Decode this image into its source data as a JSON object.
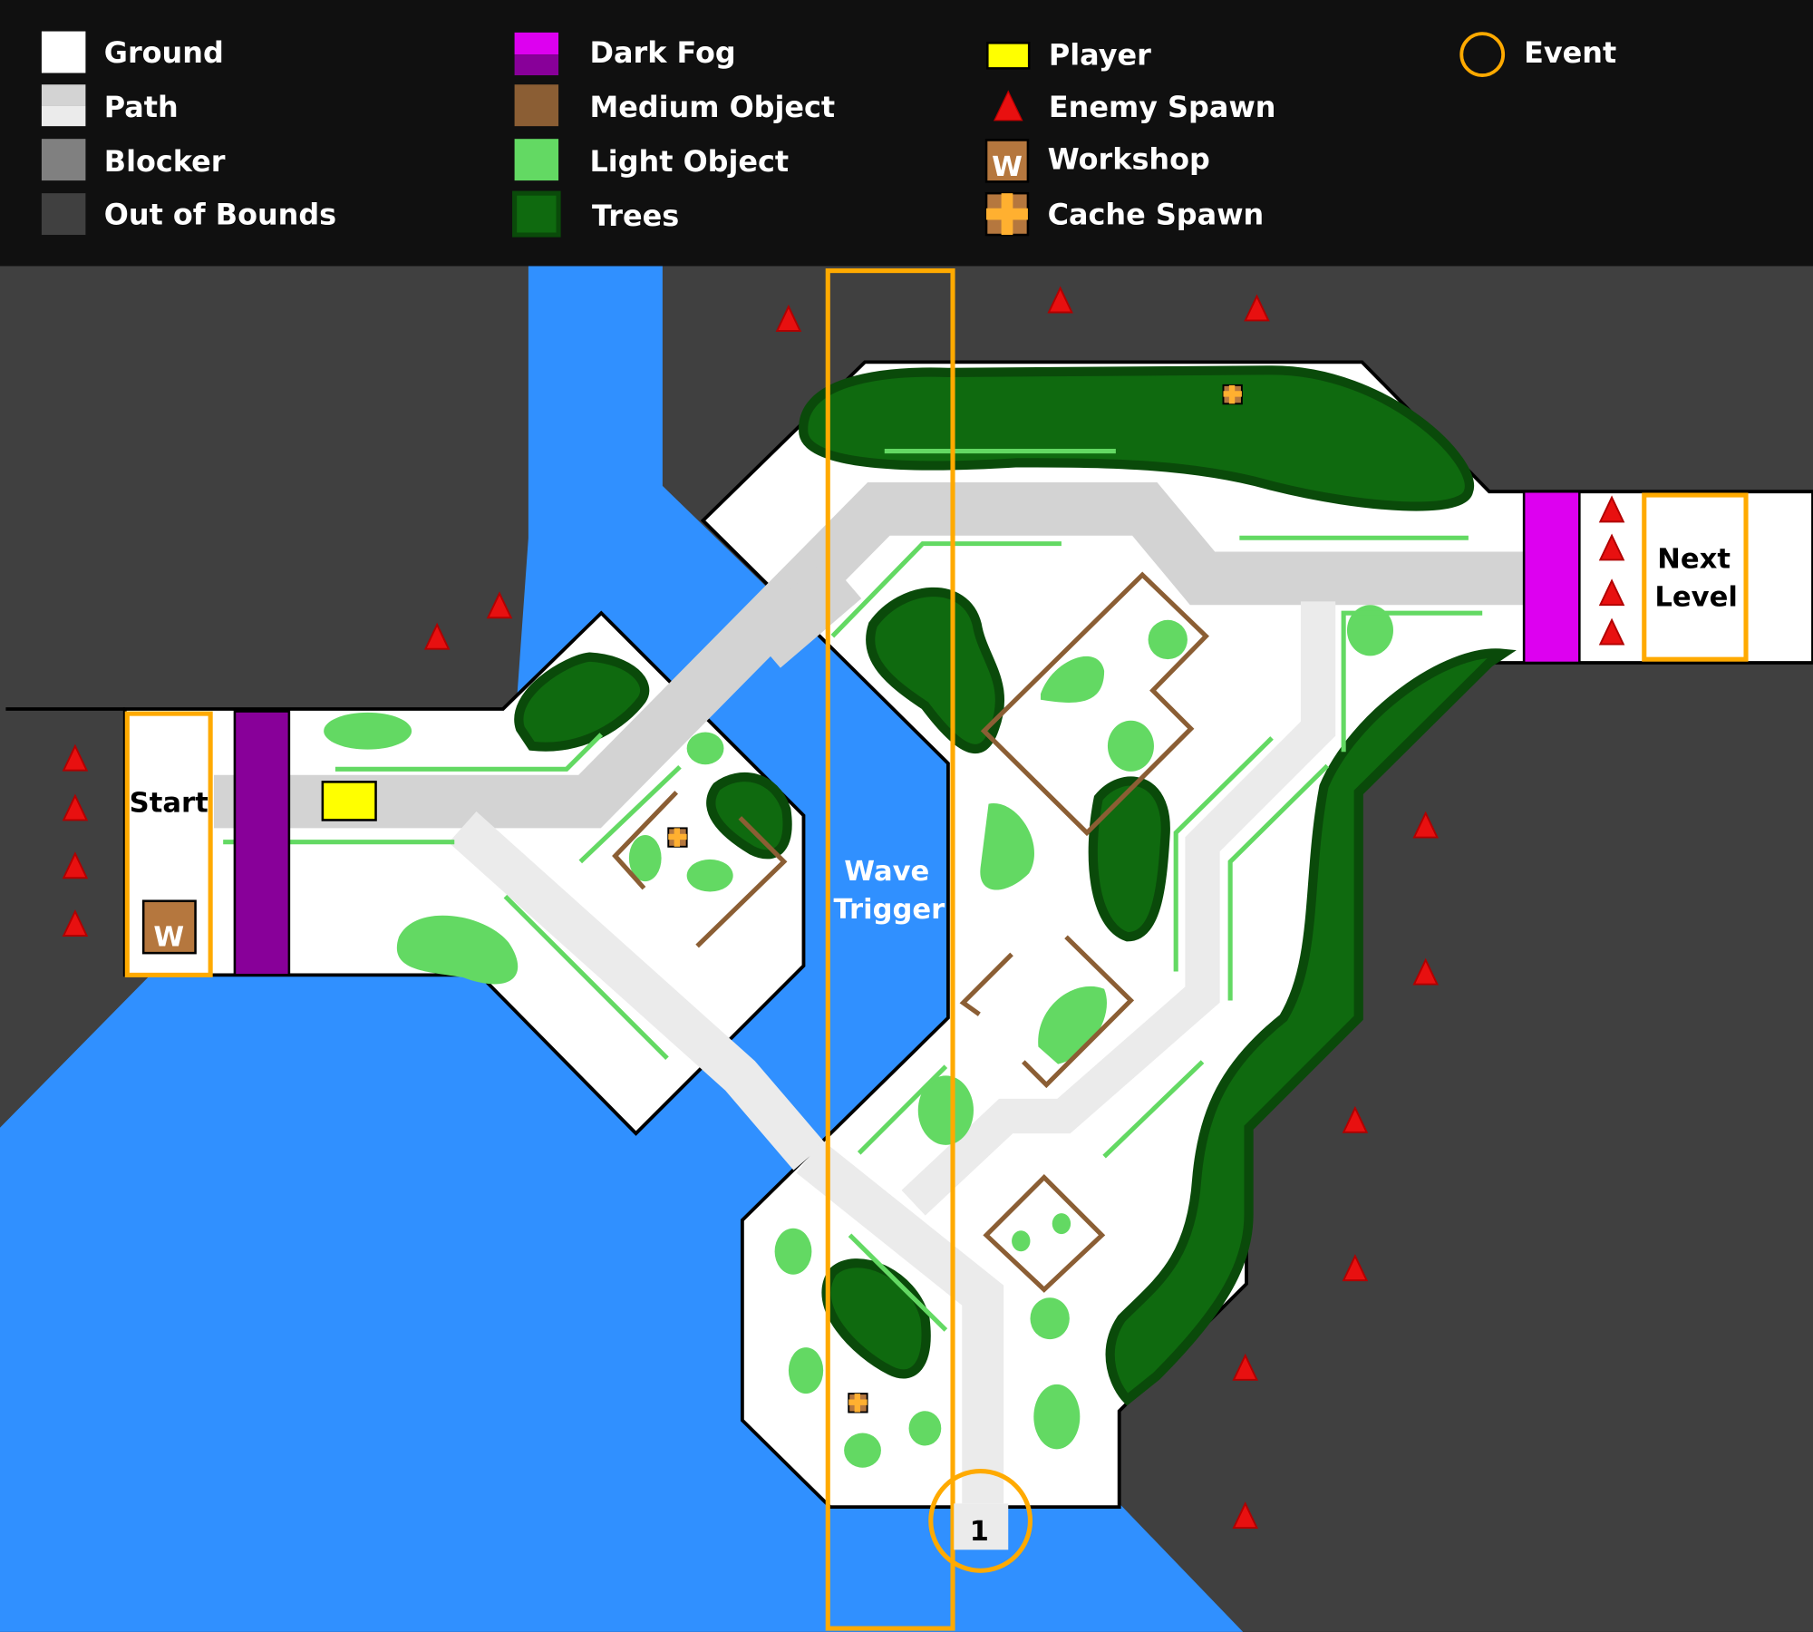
{
  "legend": {
    "items": [
      {
        "label": "Ground",
        "color": "#ffffff"
      },
      {
        "label": "Path",
        "color": "#d3d3d3",
        "color2": "#ebebeb"
      },
      {
        "label": "Blocker",
        "color": "#808080"
      },
      {
        "label": "Out of Bounds",
        "color": "#404040"
      },
      {
        "label": "Dark Fog",
        "color": "#dd00f0",
        "color2": "#880099"
      },
      {
        "label": "Medium Object",
        "color": "#8b5e34"
      },
      {
        "label": "Light Object",
        "color": "#63d963"
      },
      {
        "label": "Trees",
        "color": "#0f6a0f"
      },
      {
        "label": "Player",
        "color": "#ffff00"
      },
      {
        "label": "Enemy Spawn",
        "color": "#e81010"
      },
      {
        "label": "Workshop",
        "icon": "W"
      },
      {
        "label": "Cache Spawn",
        "color": "#ffb030"
      },
      {
        "label": "Event",
        "color": "#ffaa00"
      }
    ]
  },
  "map": {
    "start_label": "Start",
    "next_level_label": [
      "Next",
      "Level"
    ],
    "wave_trigger_label": [
      "Wave",
      "Trigger"
    ],
    "workshop_letter": "W",
    "event_number": "1",
    "water_color": "#3090ff"
  }
}
